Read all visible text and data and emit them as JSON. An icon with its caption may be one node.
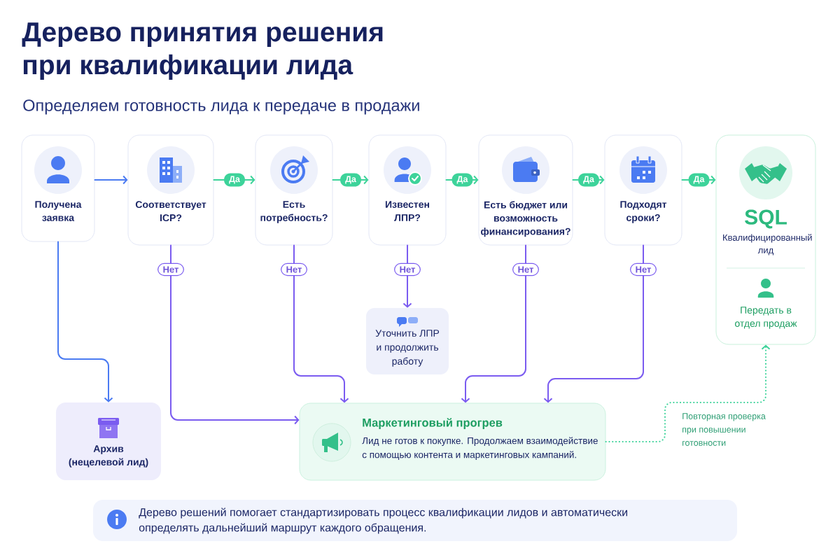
{
  "diagram": {
    "title": "Дерево принятия решения при квалификации лида",
    "nodes": [
      {
        "text": [
          "Получена заявка"
        ]
      },
      {
        "text": [
          "Соответствует ICP?"
        ]
      },
      {
        "text": [
          "Есть потребность?"
        ]
      },
      {
        "text": [
          "Известен ЛПР?"
        ]
      },
      {
        "text": [
          "Есть бюджет или возможность финансирования?"
        ]
      },
      {
        "text": [
          "Подходят сроки?"
        ]
      },
      {
        "text": [
          "SQL",
          "Квалифицированный лид",
          "Передать в отдел продаж"
        ]
      },
      {
        "text": [
          "Уточнить ЛПР и продолжить работу"
        ]
      },
      {
        "text": [
          "Архив (нецелевой лид)"
        ]
      },
      {
        "text": [
          "Маркетинговый прогрев",
          "Лид не готов к покупке. Продолжаем взаимодействие с помощью контента и маркетинговых кампаний."
        ]
      },
      {
        "text": [
          "Дерево решений помогает стандартизировать процесс квалификации лидов и автоматически определять дальнейший маршрут каждого обращения."
        ]
      }
    ],
    "edges": [
      {
        "from": 0,
        "to": 1,
        "arrow": "to",
        "color": "#4b7bf2"
      },
      {
        "from": 1,
        "to": 2,
        "arrow": "to",
        "label": "Да"
      },
      {
        "from": 2,
        "to": 3,
        "arrow": "to",
        "label": "Да"
      },
      {
        "from": 3,
        "to": 4,
        "arrow": "to",
        "label": "Да"
      },
      {
        "from": 4,
        "to": 5,
        "arrow": "to",
        "label": "Да"
      },
      {
        "from": 5,
        "to": 6,
        "arrow": "to",
        "label": "Да"
      },
      {
        "from": 0,
        "to": 8,
        "arrow": "to",
        "color": "#4b7bf2"
      },
      {
        "from": 1,
        "to": 9,
        "arrow": "to",
        "label": "Нет",
        "color": "#7b5cf0"
      },
      {
        "from": 2,
        "to": 9,
        "arrow": "to",
        "label": "Нет",
        "color": "#7b5cf0"
      },
      {
        "from": 3,
        "to": 7,
        "arrow": "to",
        "label": "Нет",
        "color": "#7b5cf0"
      },
      {
        "from": 4,
        "to": 9,
        "arrow": "to",
        "label": "Нет",
        "color": "#7b5cf0"
      },
      {
        "from": 5,
        "to": 9,
        "arrow": "to",
        "label": "Нет",
        "color": "#7b5cf0"
      },
      {
        "from": 9,
        "to": 6,
        "arrow": "to",
        "label": "Повторная проверка при повышении готовности",
        "style": "dashed"
      }
    ],
    "labels": [
      "Определяем готовность лида к передаче в продажи"
    ]
  }
}
